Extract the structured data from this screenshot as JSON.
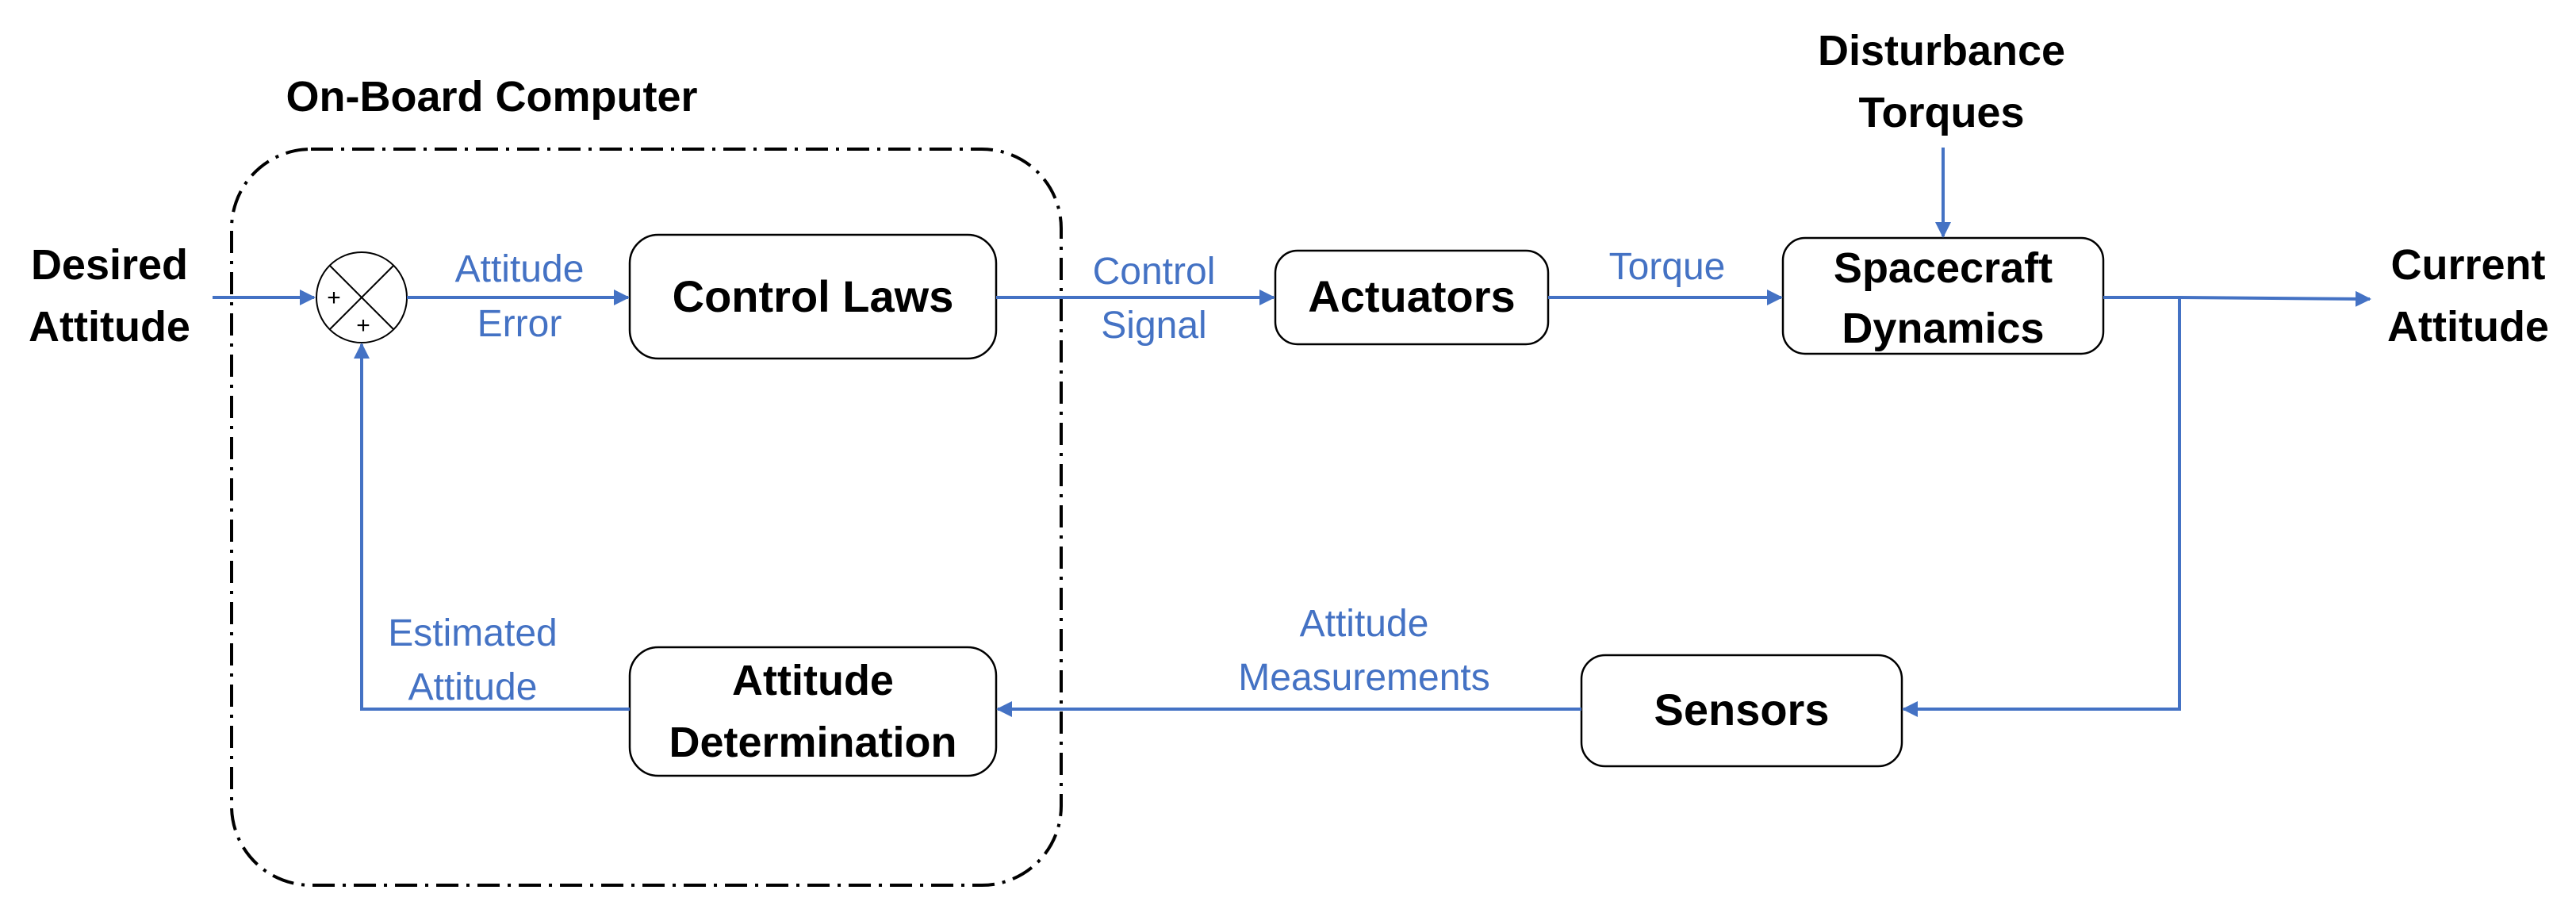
{
  "colors": {
    "flow": "#4472C4",
    "block_border": "#000000",
    "text": "#000000"
  },
  "group": {
    "label": "On-Board Computer"
  },
  "blocks": {
    "control_laws": "Control Laws",
    "actuators": "Actuators",
    "spacecraft_dynamics": [
      "Spacecraft",
      "Dynamics"
    ],
    "sensors": "Sensors",
    "attitude_determination": [
      "Attitude",
      "Determination"
    ]
  },
  "io": {
    "desired_attitude": [
      "Desired",
      "Attitude"
    ],
    "current_attitude": [
      "Current",
      "Attitude"
    ],
    "disturbance_torques": [
      "Disturbance",
      "Torques"
    ]
  },
  "signals": {
    "attitude_error": [
      "Attitude",
      "Error"
    ],
    "control_signal": [
      "Control",
      "Signal"
    ],
    "torque": "Torque",
    "attitude_measurements": [
      "Attitude",
      "Measurements"
    ],
    "estimated_attitude": [
      "Estimated",
      "Attitude"
    ]
  },
  "summing_junction": {
    "sign_left": "+",
    "sign_bottom": "+"
  }
}
